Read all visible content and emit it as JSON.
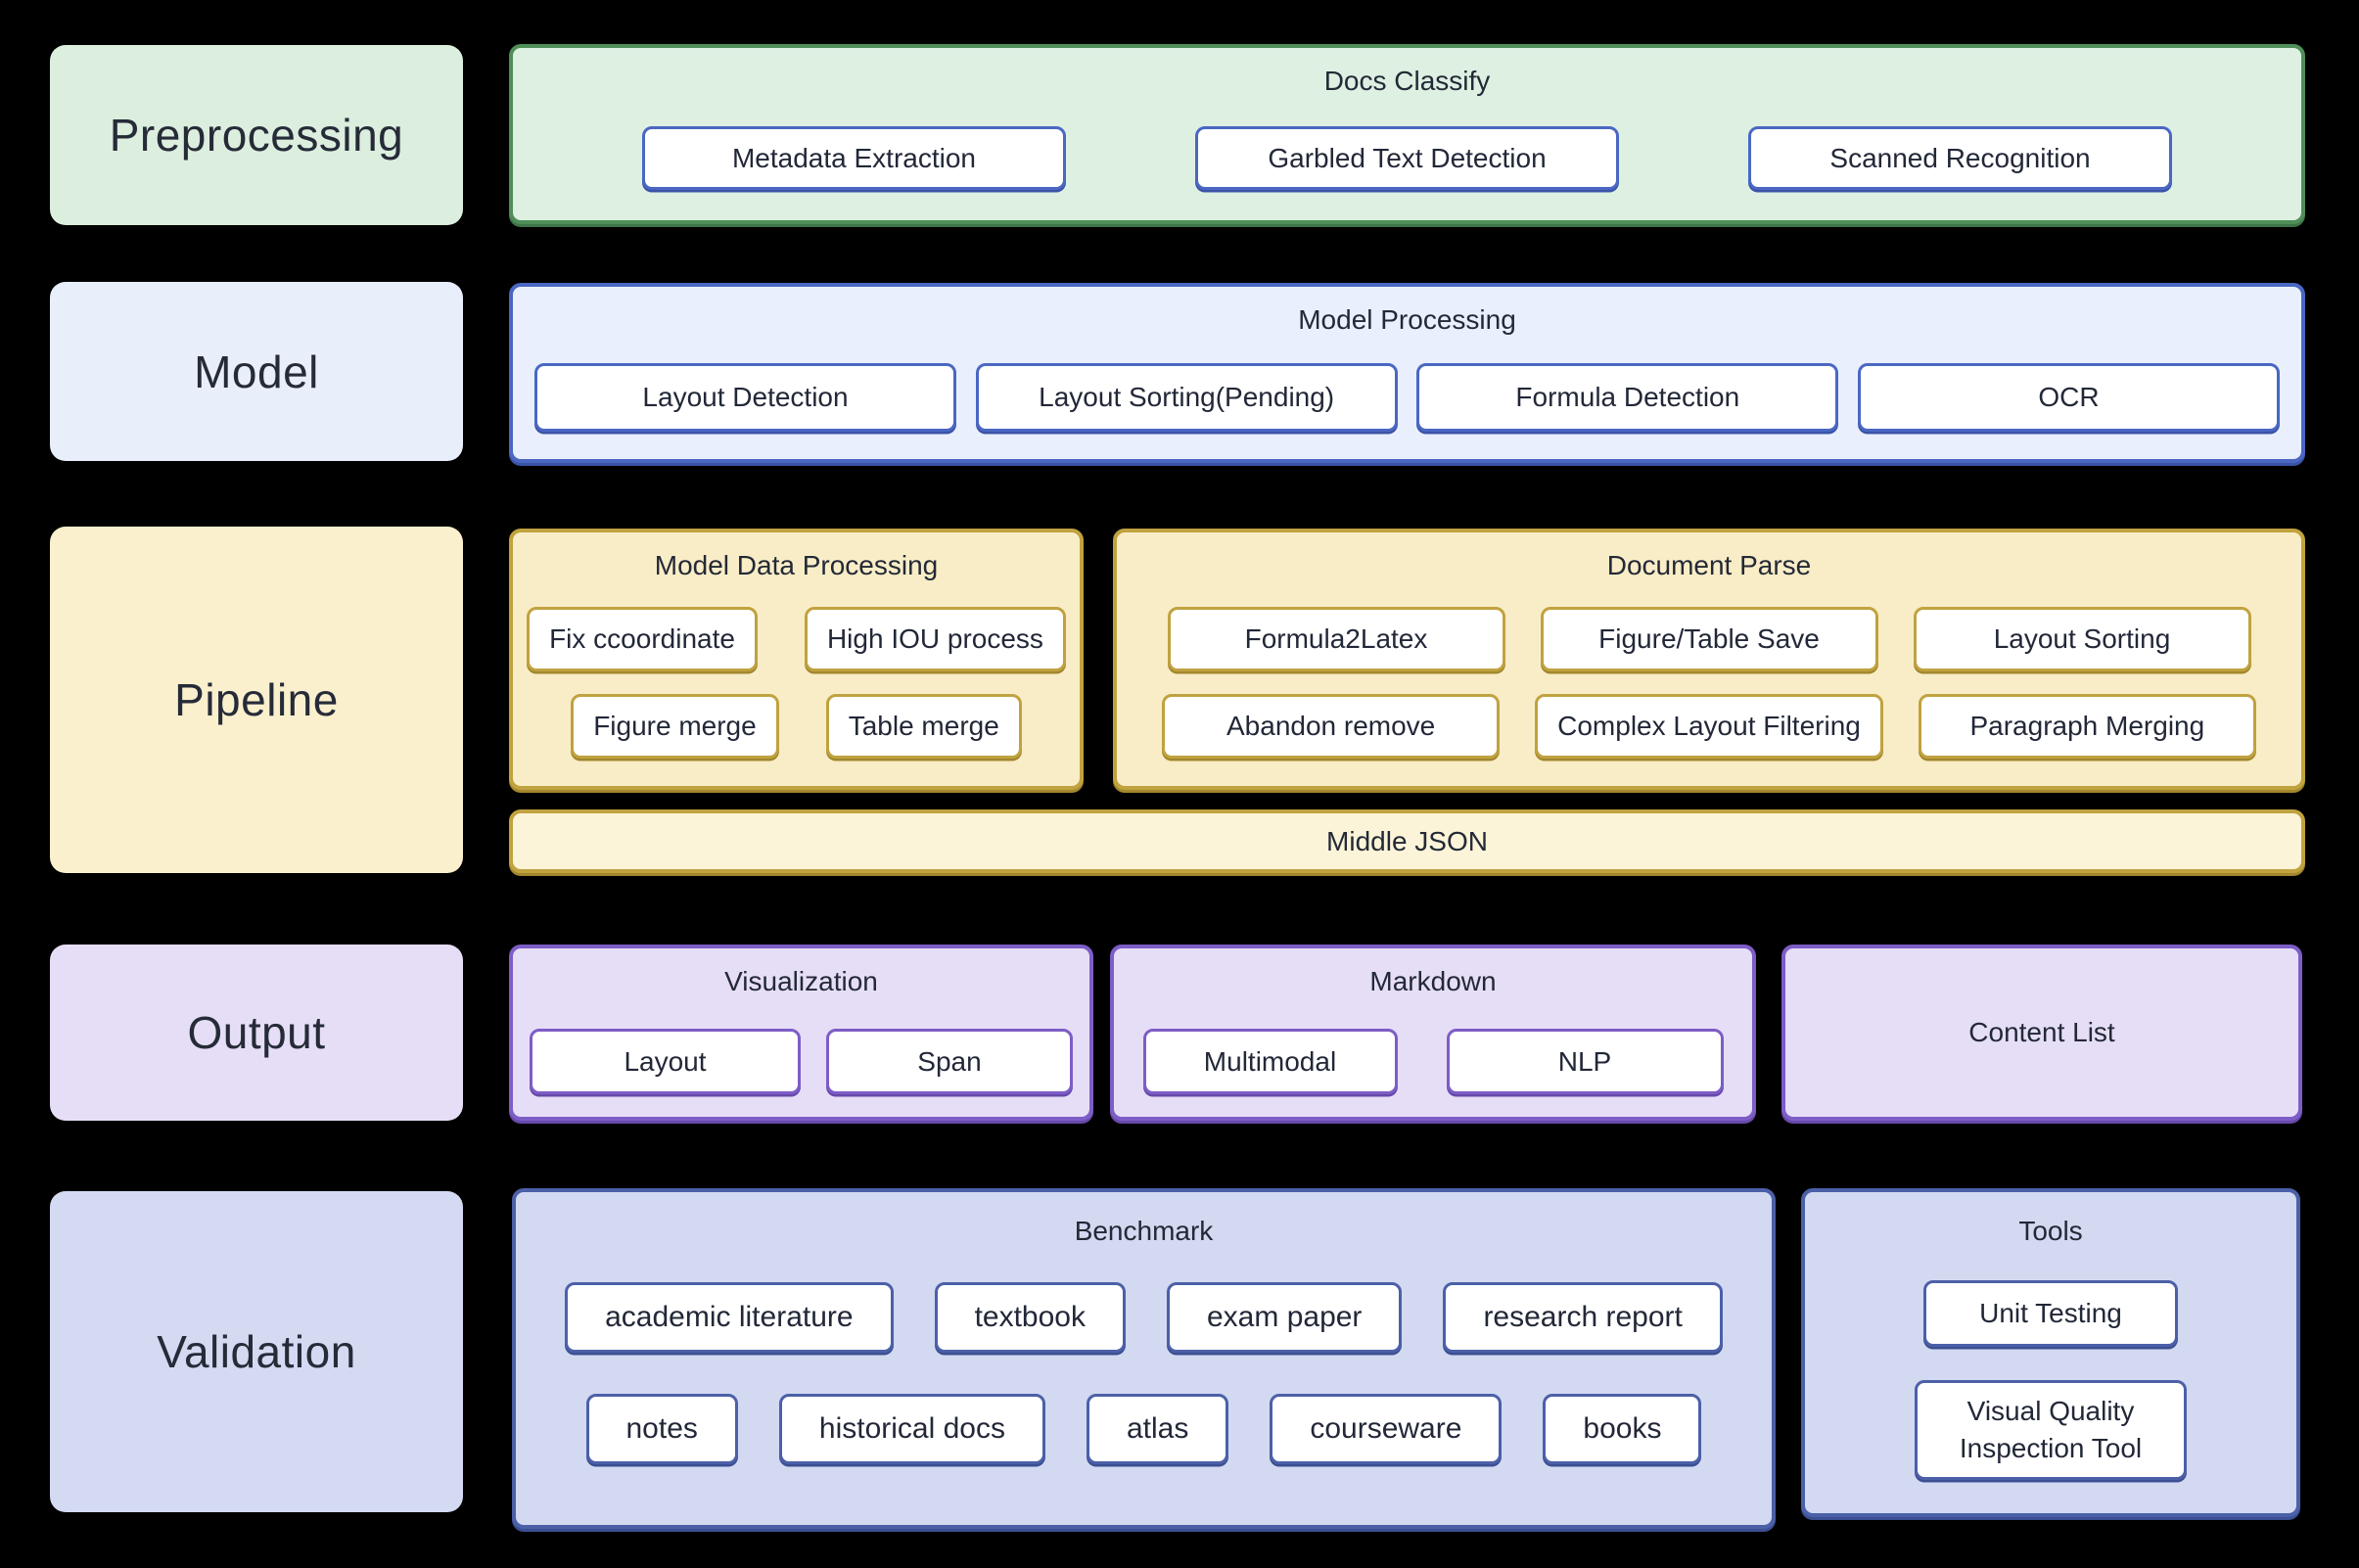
{
  "colors": {
    "background": "#000000",
    "green_bg": "#ddf0e2",
    "green_border": "#4f8e59",
    "blue_bg": "#e9effc",
    "blue_border": "#4a67c3",
    "gold_bg": "#f9edc7",
    "gold_bg_light": "#fcf4d8",
    "gold_border": "#c0a23f",
    "purple_bg": "#e6def7",
    "purple_border": "#7d5dc6",
    "slate_bg": "#d2d9f1",
    "slate_border": "#4c60a8",
    "node_bg": "#ffffff",
    "text": "#222838"
  },
  "preprocessing": {
    "label": "Preprocessing",
    "docs_classify": {
      "title": "Docs Classify",
      "buttons": [
        "Metadata Extraction",
        "Garbled Text Detection",
        "Scanned Recognition"
      ]
    }
  },
  "model": {
    "label": "Model",
    "model_processing": {
      "title": "Model Processing",
      "buttons": [
        "Layout Detection",
        "Layout Sorting(Pending)",
        "Formula Detection",
        "OCR"
      ]
    }
  },
  "pipeline": {
    "label": "Pipeline",
    "model_data_processing": {
      "title": "Model Data Processing",
      "row1": [
        "Fix ccoordinate",
        "High IOU process"
      ],
      "row2": [
        "Figure merge",
        "Table merge"
      ]
    },
    "document_parse": {
      "title": "Document Parse",
      "row1": [
        "Formula2Latex",
        "Figure/Table Save",
        "Layout Sorting"
      ],
      "row2": [
        "Abandon remove",
        "Complex Layout Filtering",
        "Paragraph Merging"
      ]
    },
    "middle_json": "Middle JSON"
  },
  "output": {
    "label": "Output",
    "visualization": {
      "title": "Visualization",
      "buttons": [
        "Layout",
        "Span"
      ]
    },
    "markdown": {
      "title": "Markdown",
      "buttons": [
        "Multimodal",
        "NLP"
      ]
    },
    "content_list": {
      "title": "Content List"
    }
  },
  "validation": {
    "label": "Validation",
    "benchmark": {
      "title": "Benchmark",
      "row1": [
        "academic literature",
        "textbook",
        "exam paper",
        "research report"
      ],
      "row2": [
        "notes",
        "historical docs",
        "atlas",
        "courseware",
        "books"
      ]
    },
    "tools": {
      "title": "Tools",
      "buttons": [
        "Unit Testing",
        "Visual Quality Inspection Tool"
      ]
    }
  }
}
